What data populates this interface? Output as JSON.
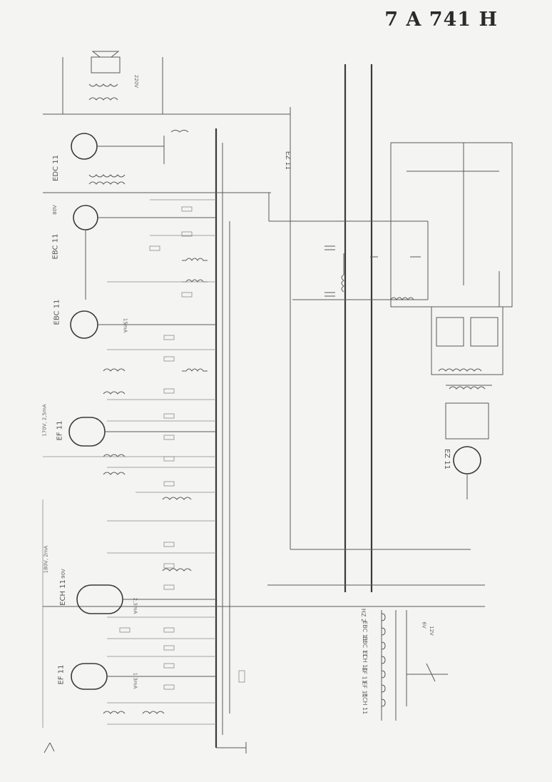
{
  "title": "7 A 741 H",
  "tubes": [
    {
      "id": "edc11",
      "label": "EDC 11"
    },
    {
      "id": "ebc11a",
      "label": "EBC 11"
    },
    {
      "id": "ebc11b",
      "label": "EBC 11"
    },
    {
      "id": "ef11a",
      "label": "EF 11"
    },
    {
      "id": "ech11",
      "label": "ECH 11"
    },
    {
      "id": "ef11b",
      "label": "EF 11"
    },
    {
      "id": "ez11a",
      "label": "EZ 11"
    },
    {
      "id": "ez11b",
      "label": "EZ 11"
    }
  ],
  "annotations": {
    "v220": "220V",
    "v80": "80V",
    "v170": "170V, 2,5mA",
    "v180": "180V, 2mA",
    "v90": "90V",
    "ma15": "15mA",
    "ma13": "1,3mA",
    "ma23": "2,3mA",
    "v6": "6V",
    "v12": "12V"
  },
  "switch_labels": [
    "HZ 2",
    "EBC 11",
    "EBC 11",
    "ECH 11",
    "EF 11",
    "EF 11",
    "ECH 11"
  ]
}
